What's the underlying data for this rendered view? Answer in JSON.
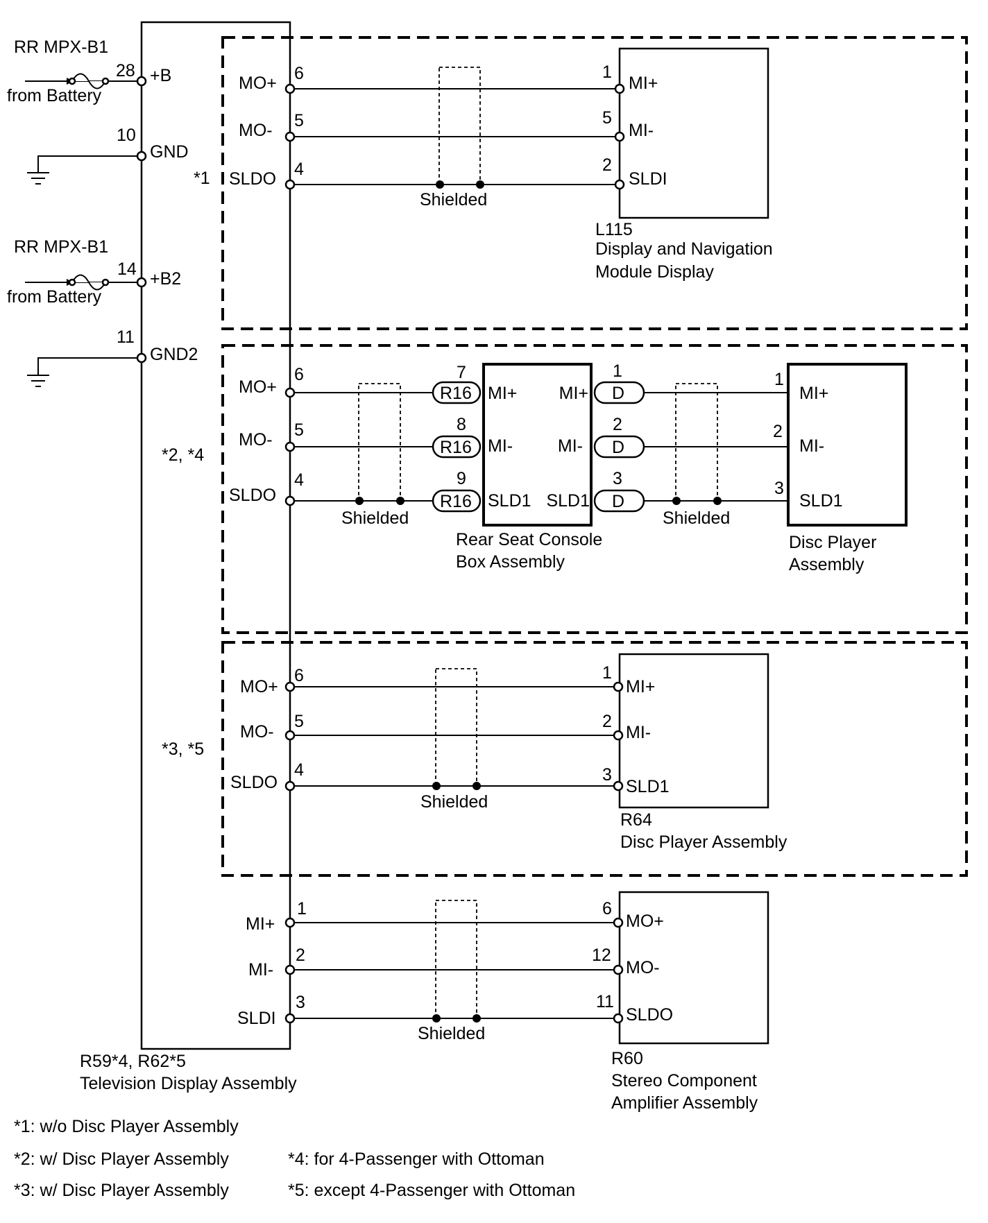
{
  "tv": {
    "ids": "R59*4, R62*5",
    "name": "Television Display Assembly",
    "supply": [
      {
        "source": "RR MPX-B1",
        "from": "from Battery",
        "pin": "28",
        "label": "+B"
      },
      {
        "source": "RR MPX-B1",
        "from": "from Battery",
        "pin": "14",
        "label": "+B2"
      }
    ],
    "grounds": [
      {
        "pin": "10",
        "label": "GND"
      },
      {
        "pin": "11",
        "label": "GND2"
      }
    ]
  },
  "shielded_label": "Shielded",
  "section1": {
    "note": "*1",
    "tv_pins": [
      {
        "label": "MO+",
        "pin": "6"
      },
      {
        "label": "MO-",
        "pin": "5"
      },
      {
        "label": "SLDO",
        "pin": "4"
      }
    ],
    "target_pins": [
      {
        "label": "MI+",
        "pin": "1"
      },
      {
        "label": "MI-",
        "pin": "5"
      },
      {
        "label": "SLDI",
        "pin": "2"
      }
    ],
    "target_id": "L115",
    "target_name_1": "Display and Navigation",
    "target_name_2": "Module Display"
  },
  "section2": {
    "note": "*2, *4",
    "tv_pins": [
      {
        "label": "MO+",
        "pin": "6"
      },
      {
        "label": "MO-",
        "pin": "5"
      },
      {
        "label": "SLDO",
        "pin": "4"
      }
    ],
    "r16_connector": "R16",
    "r16_pins": [
      "7",
      "8",
      "9"
    ],
    "console_in": [
      "MI+",
      "MI-",
      "SLD1"
    ],
    "console_out": [
      "MI+",
      "MI-",
      "SLD1"
    ],
    "console_name_1": "Rear Seat Console",
    "console_name_2": "Box Assembly",
    "d_connector": "D",
    "d_pins": [
      "1",
      "2",
      "3"
    ],
    "disc_pins": [
      {
        "label": "MI+",
        "pin": "1"
      },
      {
        "label": "MI-",
        "pin": "2"
      },
      {
        "label": "SLD1",
        "pin": "3"
      }
    ],
    "disc_name_1": "Disc Player",
    "disc_name_2": "Assembly"
  },
  "section3": {
    "note": "*3, *5",
    "tv_pins": [
      {
        "label": "MO+",
        "pin": "6"
      },
      {
        "label": "MO-",
        "pin": "5"
      },
      {
        "label": "SLDO",
        "pin": "4"
      }
    ],
    "target_pins": [
      {
        "label": "MI+",
        "pin": "1"
      },
      {
        "label": "MI-",
        "pin": "2"
      },
      {
        "label": "SLD1",
        "pin": "3"
      }
    ],
    "target_id": "R64",
    "target_name": "Disc Player Assembly"
  },
  "section4": {
    "tv_pins": [
      {
        "label": "MI+",
        "pin": "1"
      },
      {
        "label": "MI-",
        "pin": "2"
      },
      {
        "label": "SLDI",
        "pin": "3"
      }
    ],
    "target_pins": [
      {
        "label": "MO+",
        "pin": "6"
      },
      {
        "label": "MO-",
        "pin": "12"
      },
      {
        "label": "SLDO",
        "pin": "11"
      }
    ],
    "target_id": "R60",
    "target_name_1": "Stereo Component",
    "target_name_2": "Amplifier Assembly"
  },
  "notes": [
    "*1: w/o Disc Player Assembly",
    "*2: w/ Disc Player Assembly",
    "*3: w/ Disc Player Assembly",
    "*4: for 4-Passenger with Ottoman",
    "*5: except 4-Passenger with Ottoman"
  ]
}
